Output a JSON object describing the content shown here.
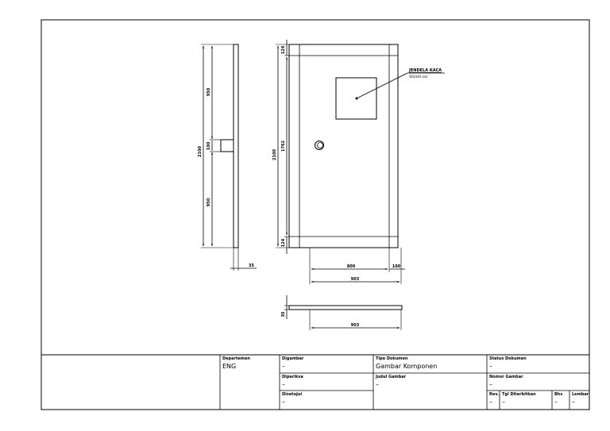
{
  "sheet": {
    "line_color": "#000000",
    "paper_color": "#ffffff"
  },
  "drawing": {
    "annotation": {
      "title": "JENDELA KACA",
      "subtitle": "Sticklit sar"
    },
    "dimensions": {
      "side_view_total": "2100",
      "side_view_upper": "950",
      "side_view_middle": "100",
      "side_view_lower": "950",
      "side_view_thickness": "35",
      "front_total": "2100",
      "front_top_rail": "124",
      "front_middle": "1762",
      "front_bottom_rail": "124",
      "front_panel_width": "800",
      "front_stile_width": "100",
      "front_overall_width": "903",
      "plan_thickness": "35",
      "plan_width": "903"
    }
  },
  "title_block": {
    "departemen": {
      "label": "Departemen",
      "value": "ENG"
    },
    "digambar": {
      "label": "Digambar",
      "value": "–"
    },
    "diperiksa": {
      "label": "Diperiksa",
      "value": "–"
    },
    "disetujui": {
      "label": "Disetujui",
      "value": "–"
    },
    "tipe_dokumen": {
      "label": "Tipe Dokumen",
      "value": "Gambar Komponen"
    },
    "judul_gambar": {
      "label": "Judul Gambar",
      "value": "–"
    },
    "status_dokumen": {
      "label": "Status Dokumen",
      "value": "–"
    },
    "nomor_gambar": {
      "label": "Nomor Gambar",
      "value": "–"
    },
    "rev": {
      "label": "Rev.",
      "value": "–"
    },
    "tgl_diterbitkan": {
      "label": "Tgl Diterbitkan",
      "value": "–"
    },
    "bhs": {
      "label": "Bhs",
      "value": "–"
    },
    "lembar": {
      "label": "Lembar",
      "value": "–"
    }
  }
}
